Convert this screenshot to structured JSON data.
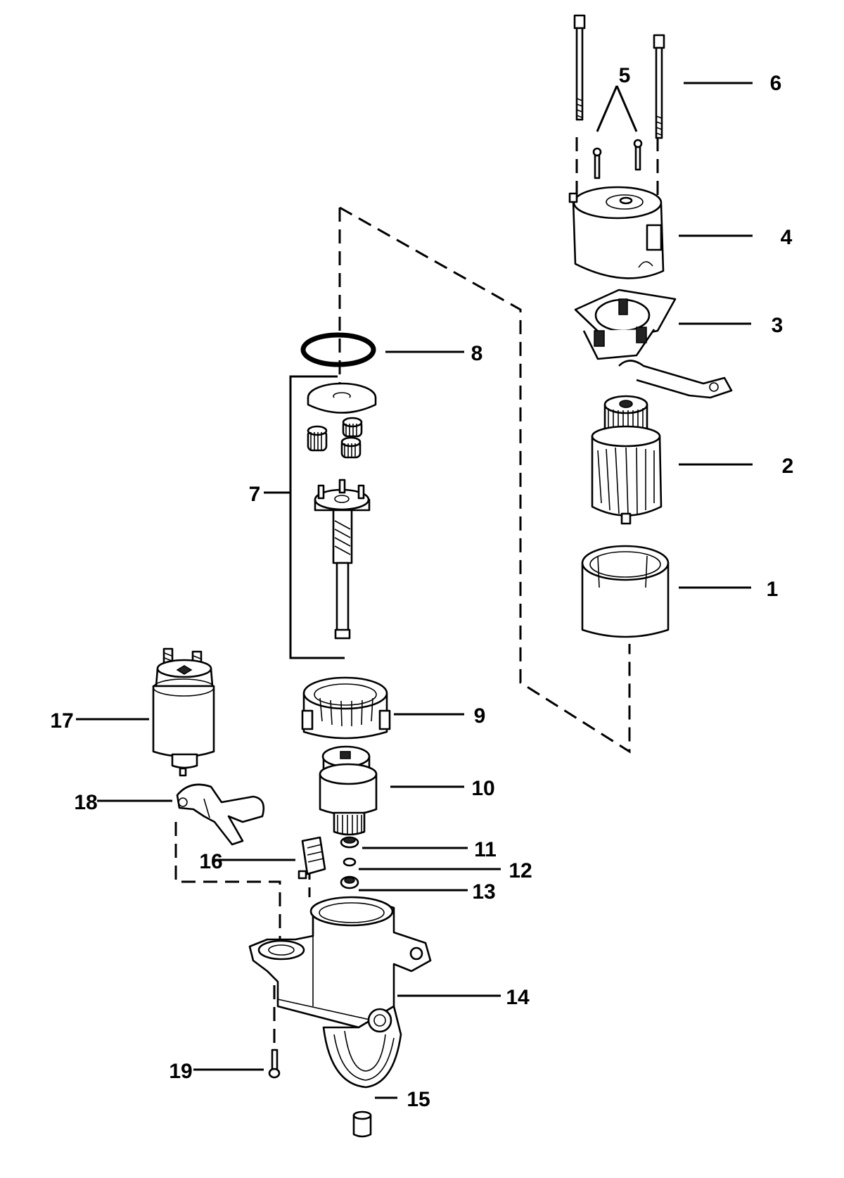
{
  "diagram": {
    "type": "exploded-parts-view",
    "callouts": [
      {
        "id": "c1",
        "label": "1"
      },
      {
        "id": "c2",
        "label": "2"
      },
      {
        "id": "c3",
        "label": "3"
      },
      {
        "id": "c4",
        "label": "4"
      },
      {
        "id": "c5",
        "label": "5"
      },
      {
        "id": "c6",
        "label": "6"
      },
      {
        "id": "c7",
        "label": "7"
      },
      {
        "id": "c8",
        "label": "8"
      },
      {
        "id": "c9",
        "label": "9"
      },
      {
        "id": "c10",
        "label": "10"
      },
      {
        "id": "c11",
        "label": "11"
      },
      {
        "id": "c12",
        "label": "12"
      },
      {
        "id": "c13",
        "label": "13"
      },
      {
        "id": "c14",
        "label": "14"
      },
      {
        "id": "c15",
        "label": "15"
      },
      {
        "id": "c16",
        "label": "16"
      },
      {
        "id": "c17",
        "label": "17"
      },
      {
        "id": "c18",
        "label": "18"
      },
      {
        "id": "c19",
        "label": "19"
      }
    ],
    "colors": {
      "ink": "#000000",
      "background": "#ffffff"
    }
  }
}
